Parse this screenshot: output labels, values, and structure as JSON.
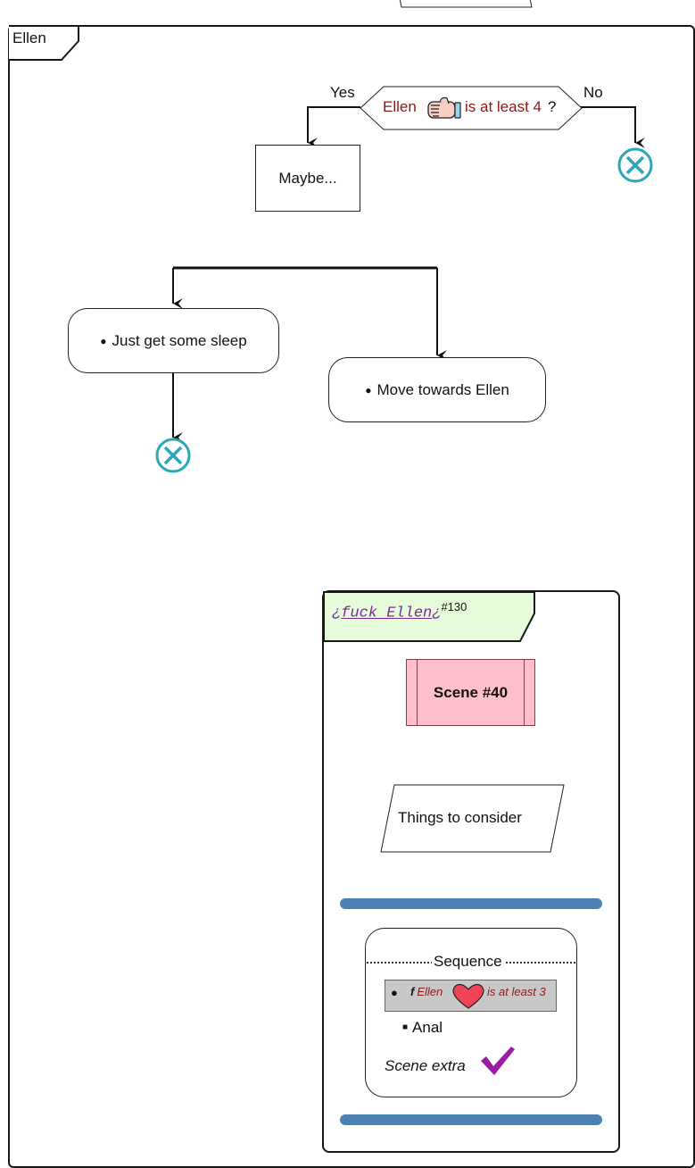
{
  "group": {
    "label": "Ellen"
  },
  "decision": {
    "actor": "Ellen",
    "condition": "is at least 4",
    "suffix": "?",
    "yes_label": "Yes",
    "no_label": "No"
  },
  "maybe_box": "Maybe...",
  "fork_left": "Just get some sleep",
  "fork_right": "Move towards Ellen",
  "inner_group": {
    "prefix": "¿",
    "title": "fuck Ellen",
    "suffix": "¿",
    "ref": "#130"
  },
  "scene": "Scene #40",
  "things": "Things to consider",
  "sequence": {
    "title": "Sequence",
    "cond_flag": "f",
    "cond_actor": "Ellen",
    "cond_text": "is at least 3",
    "item": "Anal",
    "extra": "Scene extra"
  },
  "colors": {
    "condition_text": "#8b1a1a",
    "end_icon": "#2ba7b8",
    "fork_bar": "#4b82b5",
    "scene_fill": "#ffc0cb",
    "inner_title_bg": "#e6fbd9",
    "check": "#9b1aa8",
    "heart": "#ee4455"
  },
  "icons": [
    "thumbs-up-icon",
    "end-node-icon",
    "heart-icon",
    "checkmark-icon"
  ]
}
